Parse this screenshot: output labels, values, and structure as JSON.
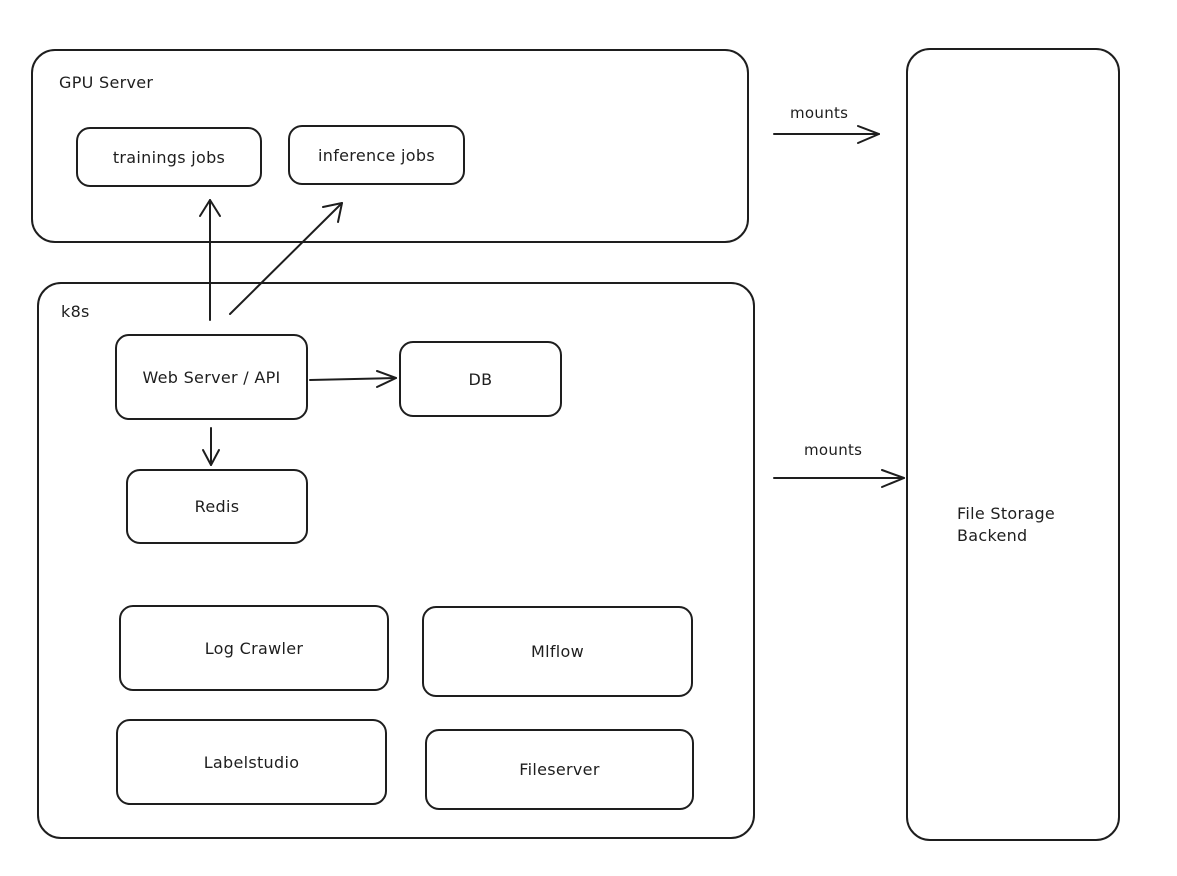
{
  "gpu_server": {
    "title": "GPU Server",
    "nodes": {
      "trainings": "trainings jobs",
      "inference": "inference jobs"
    }
  },
  "k8s": {
    "title": "k8s",
    "nodes": {
      "web_server": "Web Server / API",
      "db": "DB",
      "redis": "Redis",
      "log_crawler": "Log Crawler",
      "mlflow": "Mlflow",
      "labelstudio": "Labelstudio",
      "fileserver": "Fileserver"
    }
  },
  "storage": {
    "line1": "File Storage",
    "line2": "Backend"
  },
  "edges": {
    "gpu_mount_label": "mounts",
    "k8s_mount_label": "mounts"
  }
}
